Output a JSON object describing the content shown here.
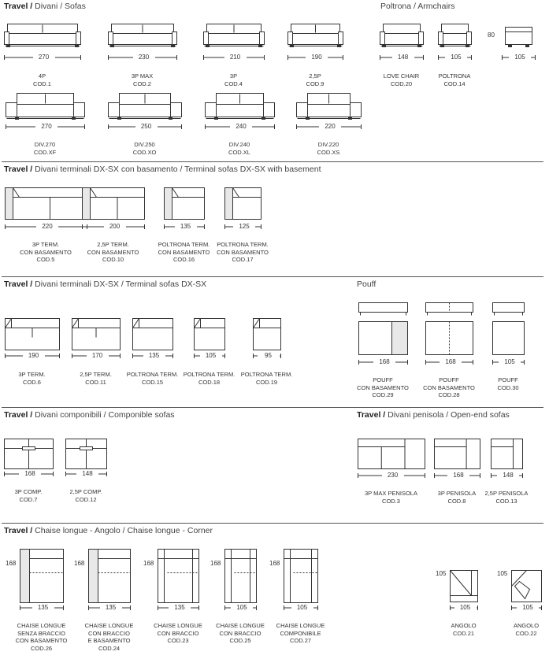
{
  "sections": {
    "s1": {
      "brand": "Travel /",
      "rest": " Divani / Sofas"
    },
    "s1b": {
      "text": "Poltrona / Armchairs"
    },
    "s2": {
      "brand": "Travel /",
      "rest": " Divani terminali DX-SX con basamento / Terminal sofas DX-SX with basement"
    },
    "s3": {
      "brand": "Travel /",
      "rest": " Divani terminali DX-SX / Terminal sofas DX-SX"
    },
    "s3b": {
      "text": "Pouff"
    },
    "s4": {
      "brand": "Travel /",
      "rest": " Divani componibili / Componible sofas"
    },
    "s4b": {
      "brand": "Travel /",
      "rest": " Divani penisola / Open-end sofas"
    },
    "s5": {
      "brand": "Travel /",
      "rest": " Chaise longue - Angolo / Chaise longue - Corner"
    }
  },
  "items": [
    {
      "dim": "270",
      "name": "4P",
      "code": "COD.1"
    },
    {
      "dim": "230",
      "name": "3P MAX",
      "code": "COD.2"
    },
    {
      "dim": "210",
      "name": "3P",
      "code": "COD.4"
    },
    {
      "dim": "190",
      "name": "2,5P",
      "code": "COD.9"
    },
    {
      "dim": "148",
      "name": "LOVE CHAIR",
      "code": "COD.20"
    },
    {
      "dim": "105",
      "name": "POLTRONA",
      "code": "COD.14"
    },
    {
      "dim": "105",
      "height": "80"
    },
    {
      "dim": "270",
      "name": "DIV.270",
      "code": "COD.XF"
    },
    {
      "dim": "250",
      "name": "DIV.250",
      "code": "COD.XO"
    },
    {
      "dim": "240",
      "name": "DIV.240",
      "code": "COD.XL"
    },
    {
      "dim": "220",
      "name": "DIV.220",
      "code": "COD.XS"
    },
    {
      "dim": "220",
      "name": "3P TERM.",
      "name2": "CON BASAMENTO",
      "code": "COD.5"
    },
    {
      "dim": "200",
      "name": "2,5P TERM.",
      "name2": "CON BASAMENTO",
      "code": "COD.10"
    },
    {
      "dim": "135",
      "name": "POLTRONA TERM.",
      "name2": "CON BASAMENTO",
      "code": "COD.16"
    },
    {
      "dim": "125",
      "name": "POLTRONA TERM.",
      "name2": "CON BASAMENTO",
      "code": "COD.17"
    },
    {
      "dim": "190",
      "name": "3P TERM.",
      "code": "COD.6"
    },
    {
      "dim": "170",
      "name": "2,5P TERM.",
      "code": "COD.11"
    },
    {
      "dim": "135",
      "name": "POLTRONA TERM.",
      "code": "COD.15"
    },
    {
      "dim": "105",
      "name": "POLTRONA TERM.",
      "code": "COD.18"
    },
    {
      "dim": "95",
      "name": "POLTRONA TERM.",
      "code": "COD.19"
    },
    {
      "dim": "168",
      "name": "POUFF",
      "name2": "CON BASAMENTO",
      "code": "COD.29"
    },
    {
      "dim": "168",
      "name": "POUFF",
      "name2": "CON BASAMENTO",
      "code": "COD.28"
    },
    {
      "dim": "105",
      "name": "POUFF",
      "code": "COD.30"
    },
    {
      "dim": "168",
      "name": "3P COMP.",
      "code": "COD.7"
    },
    {
      "dim": "148",
      "name": "2,5P COMP.",
      "code": "COD.12"
    },
    {
      "dim": "230",
      "name": "3P MAX PENISOLA",
      "code": "COD.3"
    },
    {
      "dim": "168",
      "name": "3P PENISOLA",
      "code": "COD.8"
    },
    {
      "dim": "148",
      "name": "2,5P PENISOLA",
      "code": "COD.13"
    },
    {
      "dim": "135",
      "height": "168",
      "name": "CHAISE LONGUE",
      "name2": "SENZA BRACCIO",
      "name3": "CON BASAMENTO",
      "code": "COD.26"
    },
    {
      "dim": "135",
      "height": "168",
      "name": "CHAISE LONGUE",
      "name2": "CON BRACCIO",
      "name3": "E BASAMENTO",
      "code": "COD.24"
    },
    {
      "dim": "135",
      "height": "168",
      "name": "CHAISE LONGUE",
      "name2": "CON BRACCIO",
      "code": "COD.23"
    },
    {
      "dim": "105",
      "height": "168",
      "name": "CHAISE LONGUE",
      "name2": "CON BRACCIO",
      "code": "COD.25"
    },
    {
      "dim": "105",
      "height": "168",
      "name": "CHAISE LONGUE",
      "name2": "COMPONIBILE",
      "code": "COD.27"
    },
    {
      "dim": "105",
      "height": "105",
      "name": "ANGOLO",
      "code": "COD.21"
    },
    {
      "dim": "105",
      "height": "105",
      "name": "ANGOLO",
      "code": "COD.22"
    }
  ]
}
